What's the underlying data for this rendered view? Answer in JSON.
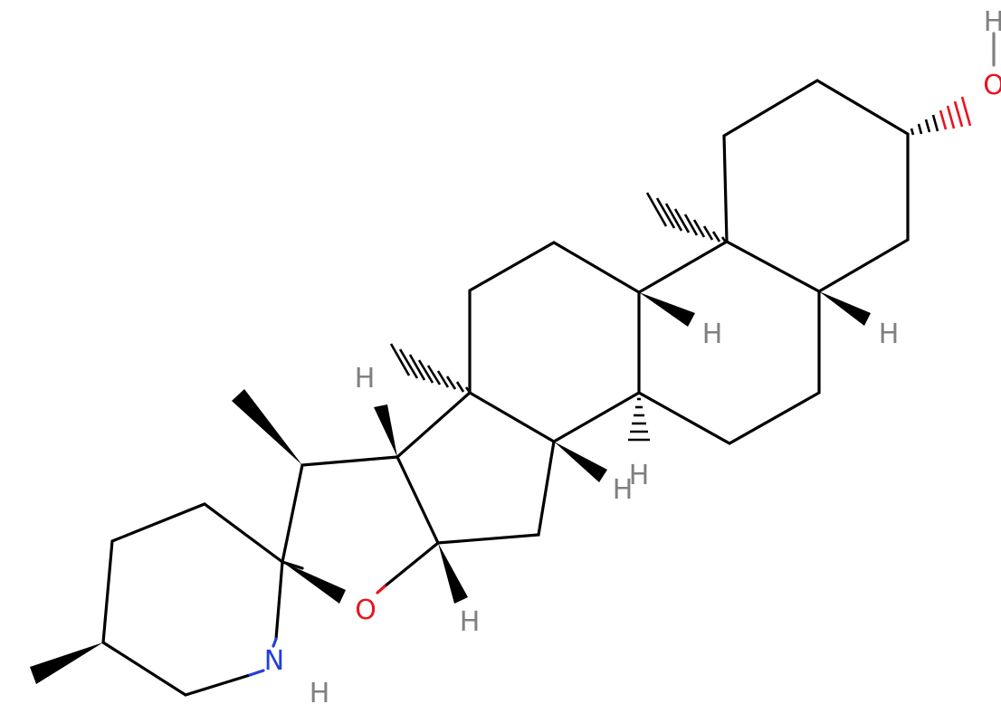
{
  "molecule": {
    "atoms": {
      "hydroxyl_oxygen": "O",
      "hydroxyl_hydrogen": "H",
      "ether_oxygen": "O",
      "amine_nitrogen": "N",
      "amine_hydrogen": "H",
      "h_c5": "H",
      "h_c8": "H",
      "h_c14": "H",
      "h_c16": "H",
      "h_c17": "H"
    },
    "colors": {
      "bond": "#000000",
      "oxygen": "#e8141f",
      "nitrogen": "#2340d8",
      "hydrogen": "#808080"
    }
  }
}
